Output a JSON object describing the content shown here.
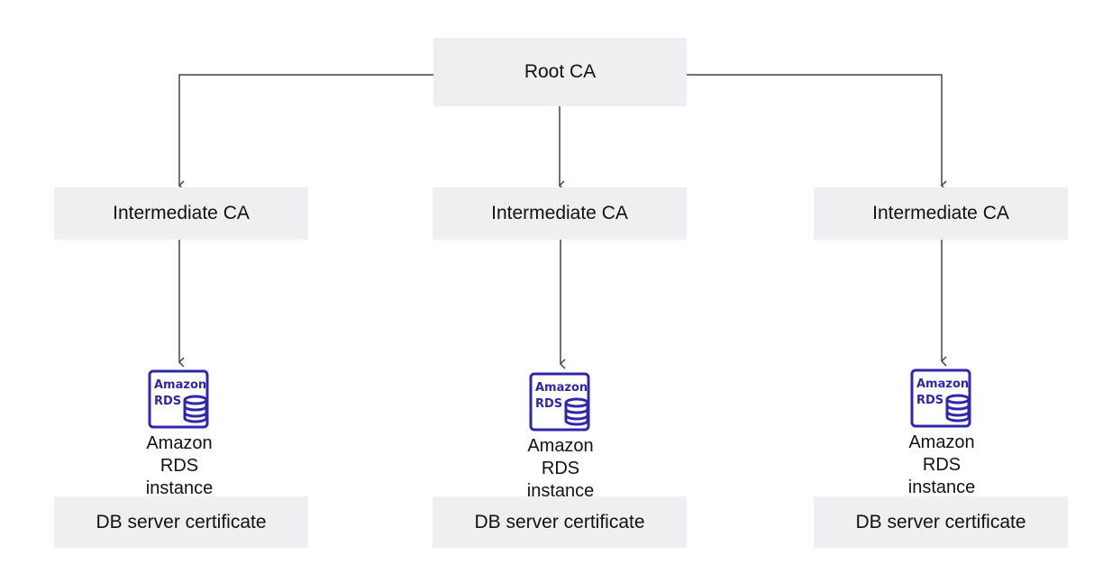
{
  "root": {
    "label": "Root CA"
  },
  "columns": [
    {
      "intermediate": "Intermediate CA",
      "rds": {
        "line1": "Amazon RDS",
        "line2": "instance",
        "icon_text_1": "Amazon",
        "icon_text_2": "RDS"
      },
      "certificate": "DB server certificate"
    },
    {
      "intermediate": "Intermediate CA",
      "rds": {
        "line1": "Amazon RDS",
        "line2": "instance",
        "icon_text_1": "Amazon",
        "icon_text_2": "RDS"
      },
      "certificate": "DB server certificate"
    },
    {
      "intermediate": "Intermediate CA",
      "rds": {
        "line1": "Amazon RDS",
        "line2": "instance",
        "icon_text_1": "Amazon",
        "icon_text_2": "RDS"
      },
      "certificate": "DB server certificate"
    }
  ],
  "colors": {
    "box_fill": "#eeeff2",
    "connector": "#3b4452",
    "rds_icon": "#2e27ad"
  },
  "icons": {
    "rds": "amazon-rds-icon"
  }
}
